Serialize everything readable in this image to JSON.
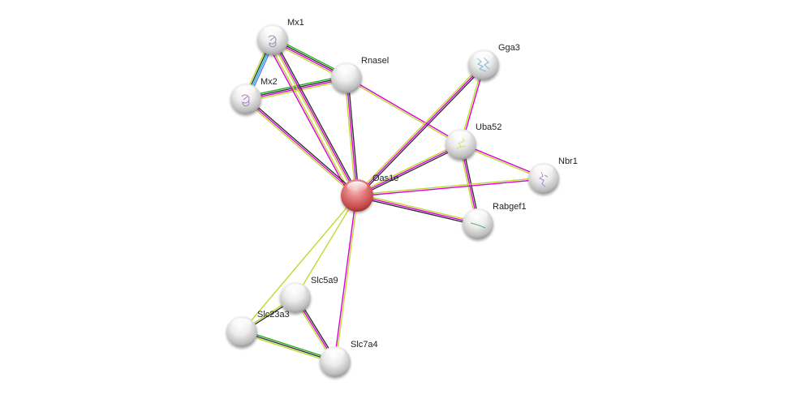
{
  "network": {
    "query_protein": "Oas1e",
    "edge_colors": {
      "database": "#00c8c8",
      "experiment": "#d900d9",
      "textmining": "#c0d930",
      "coexpression": "#333333",
      "neighborhood": "#22b022",
      "homology": "#6b6bff",
      "fusion": "#ff0000"
    },
    "nodes": [
      {
        "id": "Oas1e",
        "label": "Oas1e",
        "query": true,
        "color": "#e06a6a",
        "structure": "none"
      },
      {
        "id": "Mx1",
        "label": "Mx1",
        "query": false,
        "color": "#e8e8e8",
        "structure": "purple-fold"
      },
      {
        "id": "Mx2",
        "label": "Mx2",
        "query": false,
        "color": "#e8e8e8",
        "structure": "purple-fold"
      },
      {
        "id": "Rnasel",
        "label": "Rnasel",
        "query": false,
        "color": "#e8e8e8",
        "structure": "none"
      },
      {
        "id": "Gga3",
        "label": "Gga3",
        "query": false,
        "color": "#e8e8e8",
        "structure": "blue-fold"
      },
      {
        "id": "Uba52",
        "label": "Uba52",
        "query": false,
        "color": "#e8e8e8",
        "structure": "yellow-fold"
      },
      {
        "id": "Nbr1",
        "label": "Nbr1",
        "query": false,
        "color": "#e8e8e8",
        "structure": "violet-fold"
      },
      {
        "id": "Rabgef1",
        "label": "Rabgef1",
        "query": false,
        "color": "#e8e8e8",
        "structure": "green-fold"
      },
      {
        "id": "Slc5a9",
        "label": "Slc5a9",
        "query": false,
        "color": "#e8e8e8",
        "structure": "none"
      },
      {
        "id": "Slc23a3",
        "label": "Slc23a3",
        "query": false,
        "color": "#e8e8e8",
        "structure": "none"
      },
      {
        "id": "Slc7a4",
        "label": "Slc7a4",
        "query": false,
        "color": "#e8e8e8",
        "structure": "none"
      }
    ],
    "edges": [
      {
        "a": "Mx1",
        "b": "Mx2",
        "types": [
          "homology",
          "database",
          "coexpression",
          "textmining"
        ]
      },
      {
        "a": "Mx1",
        "b": "Rnasel",
        "types": [
          "neighborhood",
          "coexpression",
          "experiment",
          "textmining"
        ]
      },
      {
        "a": "Mx2",
        "b": "Rnasel",
        "types": [
          "neighborhood",
          "coexpression",
          "experiment",
          "textmining"
        ]
      },
      {
        "a": "Mx1",
        "b": "Oas1e",
        "types": [
          "coexpression",
          "experiment",
          "textmining"
        ]
      },
      {
        "a": "Mx1",
        "b": "Oas1e",
        "types": [
          "textmining",
          "experiment"
        ],
        "offset": true
      },
      {
        "a": "Mx2",
        "b": "Oas1e",
        "types": [
          "coexpression",
          "experiment",
          "textmining"
        ]
      },
      {
        "a": "Rnasel",
        "b": "Oas1e",
        "types": [
          "coexpression",
          "experiment",
          "textmining"
        ]
      },
      {
        "a": "Rnasel",
        "b": "Uba52",
        "types": [
          "experiment",
          "textmining"
        ]
      },
      {
        "a": "Gga3",
        "b": "Oas1e",
        "types": [
          "coexpression",
          "experiment",
          "textmining"
        ]
      },
      {
        "a": "Gga3",
        "b": "Uba52",
        "types": [
          "experiment",
          "textmining"
        ]
      },
      {
        "a": "Uba52",
        "b": "Oas1e",
        "types": [
          "coexpression",
          "experiment",
          "textmining"
        ]
      },
      {
        "a": "Uba52",
        "b": "Nbr1",
        "types": [
          "experiment",
          "textmining"
        ]
      },
      {
        "a": "Uba52",
        "b": "Rabgef1",
        "types": [
          "coexpression",
          "experiment",
          "textmining"
        ]
      },
      {
        "a": "Nbr1",
        "b": "Oas1e",
        "types": [
          "experiment",
          "textmining"
        ]
      },
      {
        "a": "Rabgef1",
        "b": "Oas1e",
        "types": [
          "coexpression",
          "experiment",
          "textmining"
        ]
      },
      {
        "a": "Slc5a9",
        "b": "Oas1e",
        "types": [
          "textmining"
        ]
      },
      {
        "a": "Slc23a3",
        "b": "Oas1e",
        "types": [
          "textmining"
        ]
      },
      {
        "a": "Slc7a4",
        "b": "Oas1e",
        "types": [
          "experiment",
          "textmining"
        ]
      },
      {
        "a": "Slc5a9",
        "b": "Slc23a3",
        "types": [
          "coexpression",
          "textmining"
        ]
      },
      {
        "a": "Slc5a9",
        "b": "Slc7a4",
        "types": [
          "coexpression",
          "experiment",
          "textmining"
        ]
      },
      {
        "a": "Slc23a3",
        "b": "Slc7a4",
        "types": [
          "neighborhood",
          "coexpression",
          "textmining"
        ]
      }
    ]
  }
}
